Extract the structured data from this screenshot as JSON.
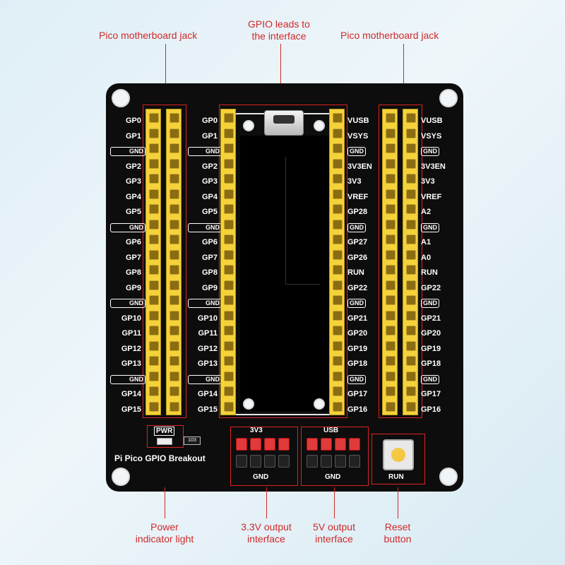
{
  "callouts": {
    "pico_jack_left": "Pico motherboard jack",
    "gpio_leads_line1": "GPIO leads to",
    "gpio_leads_line2": "the interface",
    "pico_jack_right": "Pico motherboard jack",
    "power_line1": "Power",
    "power_line2": "indicator light",
    "v33_line1": "3.3V output",
    "v33_line2": "interface",
    "v5_line1": "5V output",
    "v5_line2": "interface",
    "reset_line1": "Reset",
    "reset_line2": "button"
  },
  "board": {
    "title": "Pi Pico GPIO Breakout",
    "pwr_label": "PWR",
    "resistor_label": "103",
    "header_3v3": "3V3",
    "header_usb": "USB",
    "gnd_label_1": "GND",
    "gnd_label_2": "GND",
    "run_label": "RUN"
  },
  "left_pins": [
    "GP0",
    "GP1",
    "GND",
    "GP2",
    "GP3",
    "GP4",
    "GP5",
    "GND",
    "GP6",
    "GP7",
    "GP8",
    "GP9",
    "GND",
    "GP10",
    "GP11",
    "GP12",
    "GP13",
    "GND",
    "GP14",
    "GP15"
  ],
  "right_pins": [
    "VUSB",
    "VSYS",
    "GND",
    "3V3EN",
    "3V3",
    "VREF",
    "GP28",
    "GND",
    "GP27",
    "GP26",
    "RUN",
    "GP22",
    "GND",
    "GP21",
    "GP20",
    "GP19",
    "GP18",
    "GND",
    "GP17",
    "GP16"
  ],
  "outer_right_pins": [
    "VUSB",
    "VSYS",
    "GND",
    "3V3EN",
    "3V3",
    "VREF",
    "A2",
    "GND",
    "A1",
    "A0",
    "RUN",
    "GP22",
    "GND",
    "GP21",
    "GP20",
    "GP19",
    "GP18",
    "GND",
    "GP17",
    "GP16"
  ],
  "colors": {
    "board": "#0d0d0d",
    "header": "#f5d23a",
    "accent": "#cf2a2a",
    "red_pin": "#e03a3a"
  }
}
